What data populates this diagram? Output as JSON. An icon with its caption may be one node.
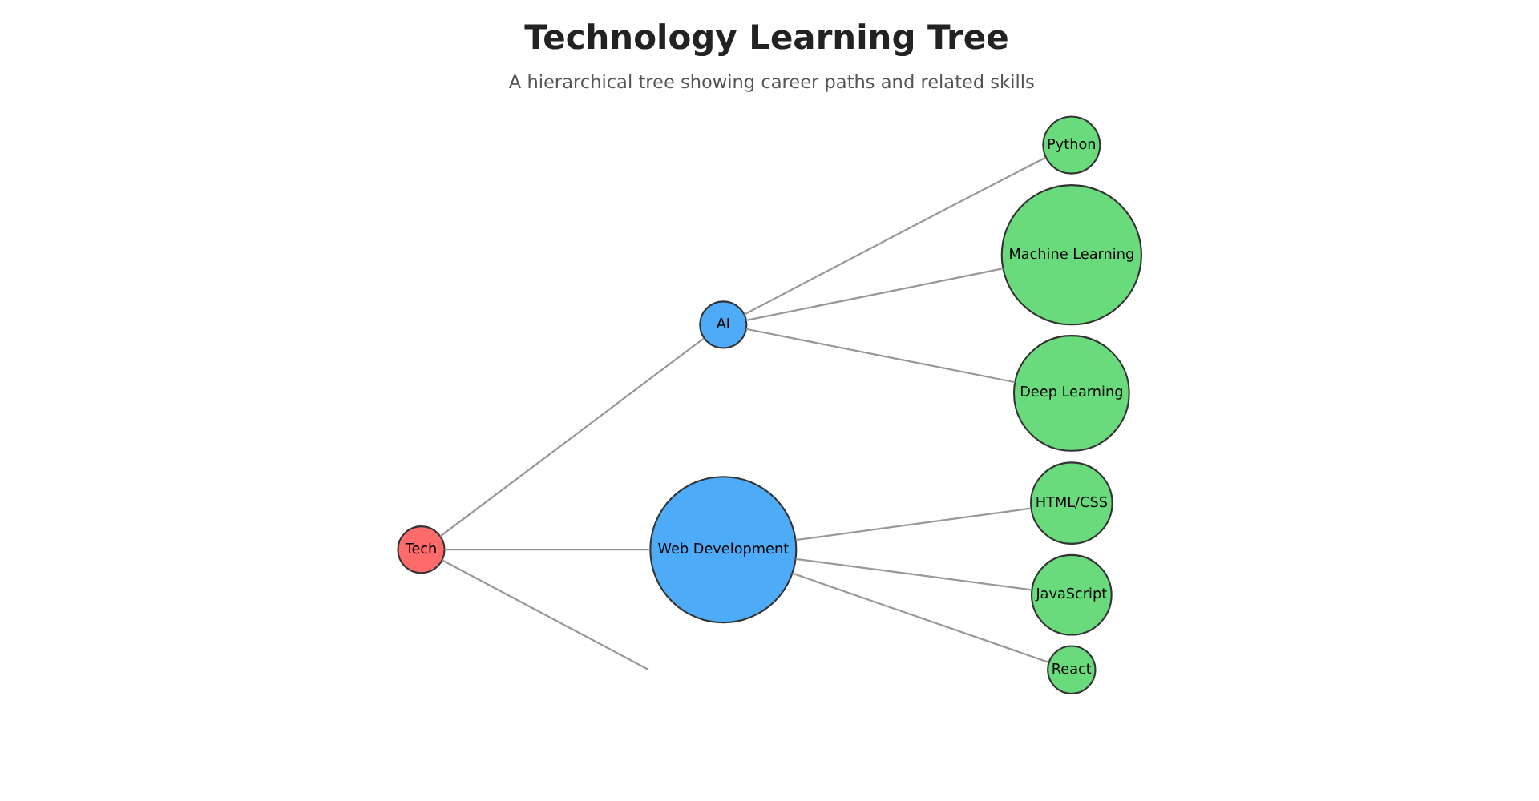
{
  "diagram": {
    "title": "Technology Learning Tree",
    "caption": "A hierarchical tree showing career paths and related skills",
    "nodes": [
      {
        "text": [
          "Tech"
        ]
      },
      {
        "text": [
          "AI"
        ]
      },
      {
        "text": [
          "Web Development"
        ]
      },
      {
        "text": [
          "Python"
        ]
      },
      {
        "text": [
          "Machine Learning"
        ]
      },
      {
        "text": [
          "Deep Learning"
        ]
      },
      {
        "text": [
          "HTML/CSS"
        ]
      },
      {
        "text": [
          "JavaScript"
        ]
      },
      {
        "text": [
          "React"
        ]
      }
    ],
    "edges": [
      {
        "from": 0,
        "to": 1,
        "arrow": "none"
      },
      {
        "from": 0,
        "to": 2,
        "arrow": "none"
      },
      {
        "from": 0,
        "to": null,
        "arrow": "none"
      },
      {
        "from": 1,
        "to": 3,
        "arrow": "none"
      },
      {
        "from": 1,
        "to": 4,
        "arrow": "none"
      },
      {
        "from": 1,
        "to": 5,
        "arrow": "none"
      },
      {
        "from": 2,
        "to": 6,
        "arrow": "none"
      },
      {
        "from": 2,
        "to": 7,
        "arrow": "none"
      },
      {
        "from": 2,
        "to": 8,
        "arrow": "none"
      }
    ]
  }
}
